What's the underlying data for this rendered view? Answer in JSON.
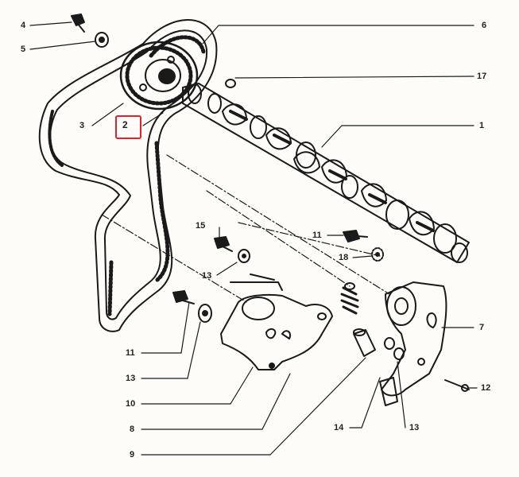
{
  "diagram": {
    "highlight_label": "2",
    "labels": [
      {
        "id": "l4",
        "text": "4"
      },
      {
        "id": "l5",
        "text": "5"
      },
      {
        "id": "l6",
        "text": "6"
      },
      {
        "id": "l17",
        "text": "17"
      },
      {
        "id": "l1",
        "text": "1"
      },
      {
        "id": "l3",
        "text": "3"
      },
      {
        "id": "l2",
        "text": "2"
      },
      {
        "id": "l15",
        "text": "15"
      },
      {
        "id": "l11a",
        "text": "11"
      },
      {
        "id": "l18",
        "text": "18"
      },
      {
        "id": "l13a",
        "text": "13"
      },
      {
        "id": "l7",
        "text": "7"
      },
      {
        "id": "l11b",
        "text": "11"
      },
      {
        "id": "l13b",
        "text": "13"
      },
      {
        "id": "l12",
        "text": "12"
      },
      {
        "id": "l10",
        "text": "10"
      },
      {
        "id": "l14",
        "text": "14"
      },
      {
        "id": "l13c",
        "text": "13"
      },
      {
        "id": "l8",
        "text": "8"
      },
      {
        "id": "l9",
        "text": "9"
      }
    ]
  }
}
